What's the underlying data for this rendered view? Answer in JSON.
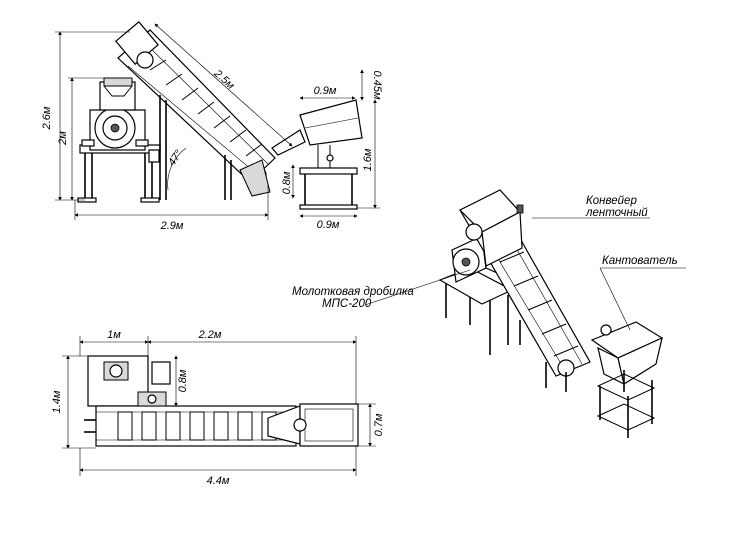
{
  "side_view": {
    "dims": {
      "total_height": "2.6м",
      "crusher_height": "2м",
      "conveyor_length": "2.5м",
      "angle": "47°",
      "lower_height": "0.8м",
      "total_width": "2.9м",
      "hopper_width": "0.9м",
      "hopper_depth": "0.45м",
      "tipper_height": "1.6м",
      "tipper_width": "0.9м"
    }
  },
  "top_view": {
    "dims": {
      "crusher_width": "1м",
      "conveyor_len": "2.2м",
      "frame_depth": "1.4м",
      "inner_depth": "0.8м",
      "tipper_depth": "0.7м",
      "total_length": "4.4м"
    }
  },
  "iso_view": {
    "labels": {
      "conveyor": [
        "Конвейер",
        "ленточный"
      ],
      "crusher": [
        "Молотковая дробилка",
        "МПС-200"
      ],
      "tipper": "Кантователь"
    }
  }
}
